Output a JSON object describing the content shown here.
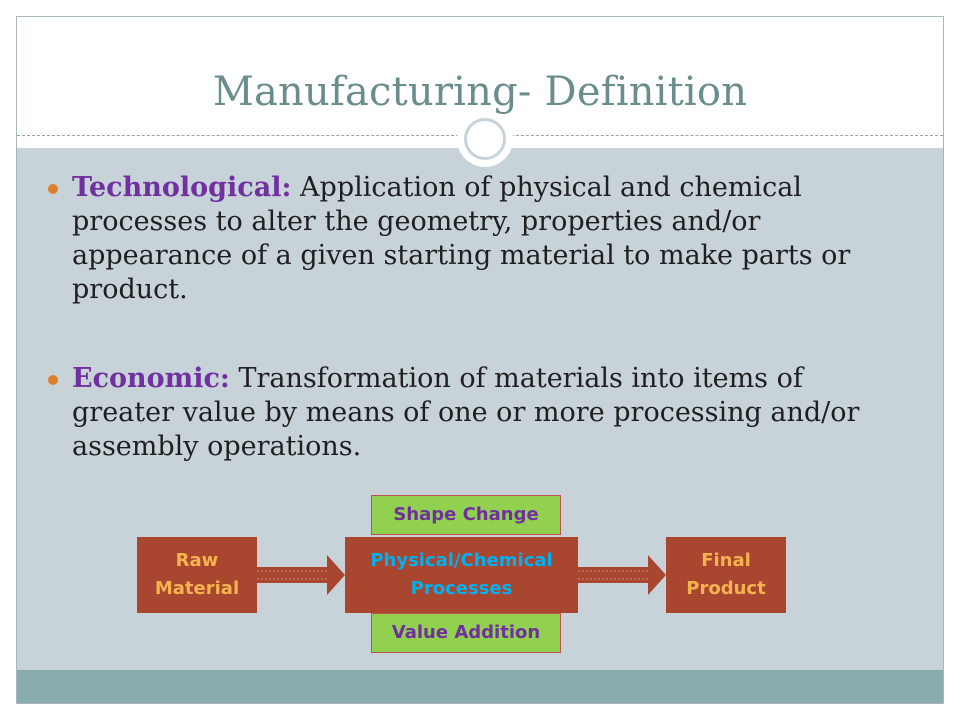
{
  "slide": {
    "title": "Manufacturing- Definition"
  },
  "bullets": [
    {
      "term": "Technological:",
      "text": " Application of physical and chemical processes to alter the geometry, properties and/or appearance of a given starting material to make parts or product."
    },
    {
      "term": "Economic:",
      "text": " Transformation of materials into items of greater value by means of one or more processing and/or assembly operations."
    }
  ],
  "diagram": {
    "raw_material_line1": "Raw",
    "raw_material_line2": "Material",
    "process_line1": "Physical/Chemical",
    "process_line2": "Processes",
    "final_line1": "Final",
    "final_line2": "Product",
    "shape_change": "Shape Change",
    "value_addition": "Value Addition"
  },
  "colors": {
    "title": "#6b8e8d",
    "body_background": "#c8d2d9",
    "footer_bar": "#89acae",
    "bullet_dot": "#e07f2b",
    "term": "#7030a0",
    "rust_box": "#a94630",
    "rust_box_text": "#f5b24e",
    "process_text": "#00b0f0",
    "green_box": "#92d050",
    "green_box_text": "#7030a0"
  }
}
